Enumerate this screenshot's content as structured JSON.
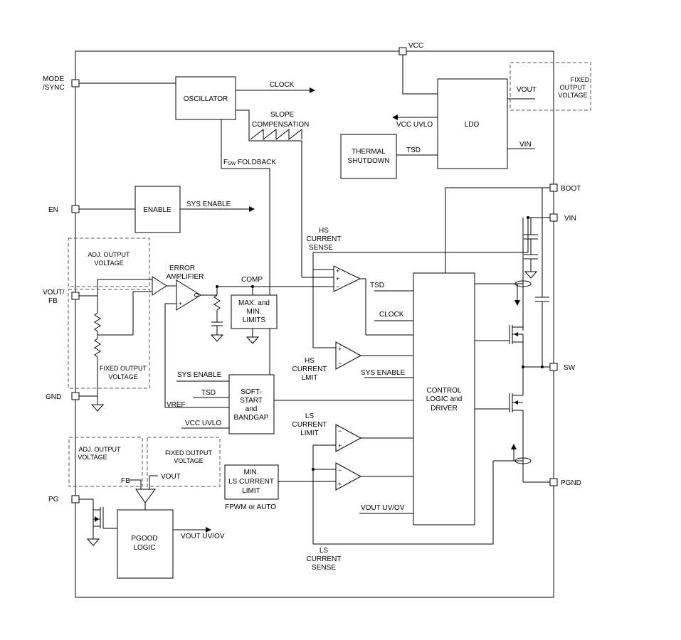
{
  "pins": {
    "vcc": "VCC",
    "mode_sync": [
      "MODE",
      "/SYNC"
    ],
    "en": "EN",
    "vout_fb": [
      "VOUT/",
      "FB"
    ],
    "gnd": "GND",
    "pg": "PG",
    "boot": "BOOT",
    "vin": "VIN",
    "sw": "SW",
    "pgnd": "PGND"
  },
  "blocks": {
    "oscillator": "OSCILLATOR",
    "ldo": "LDO",
    "thermal": [
      "THERMAL",
      "SHUTDOWN"
    ],
    "enable": "ENABLE",
    "limits": [
      "MAX. and",
      "MIN.",
      "LIMITS"
    ],
    "softstart": [
      "SOFT-",
      "START",
      "and",
      "BANDGAP"
    ],
    "control": [
      "CONTROL",
      "LOGIC and",
      "DRIVER"
    ],
    "min_ls": [
      "MIN.",
      "LS CURRENT",
      "LIMIT"
    ],
    "pgood": [
      "PGOOD",
      "LOGIC"
    ]
  },
  "labels": {
    "clock_out": "CLOCK",
    "slope": [
      "SLOPE",
      "COMPENSATION"
    ],
    "fsw_prefix": "F",
    "fsw_sub": "SW",
    "fsw_suffix": " FOLDBACK",
    "vcc_uvlo_ldo": "VCC UVLO",
    "ldo_vout": "VOUT",
    "ldo_vin": "VIN",
    "tsd_ldo": "TSD",
    "fixed_top": [
      "FIXED",
      "OUTPUT",
      "VOLTAGE"
    ],
    "sys_enable_out": "SYS ENABLE",
    "adj_output": [
      "ADJ. OUTPUT",
      "VOLTAGE"
    ],
    "error_amp": [
      "ERROR",
      "AMPLIFIER"
    ],
    "comp": "COMP",
    "hs_sense": [
      "HS",
      "CURRENT",
      "SENSE"
    ],
    "tsd_ctrl": "TSD",
    "clock_ctrl": "CLOCK",
    "hs_limit": [
      "HS",
      "CURRENT",
      "LMIT"
    ],
    "sys_enable_ctrl": "SYS ENABLE",
    "fixed_output_left": [
      "FIXED OUTPUT",
      "VOLTAGE"
    ],
    "ss_sys_enable": "SYS ENABLE",
    "ss_tsd": "TSD",
    "vref": "VREF",
    "ss_vcc_uvlo": "VCC UVLO",
    "ls_limit": [
      "LS",
      "CURRENT",
      "LIMIT"
    ],
    "adj_output_pg": [
      "ADJ. OUTPUT",
      "VOLTAGE"
    ],
    "fixed_output_pg": [
      "FIXED OUTPUT",
      "VOLTAGE"
    ],
    "fb": "FB",
    "vout_pg": "VOUT",
    "fpwm": "FPWM or AUTO",
    "vout_uvov_ctrl": "VOUT UV/OV",
    "vout_uvov_pg": "VOUT UV/OV",
    "ls_sense": [
      "LS",
      "CURRENT",
      "SENSE"
    ],
    "plus": "+",
    "minus": "−"
  }
}
